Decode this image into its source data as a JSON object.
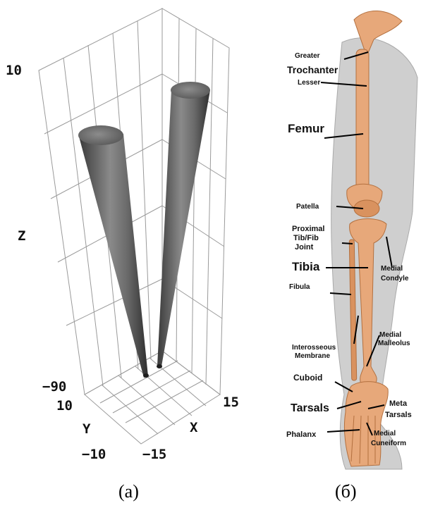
{
  "panel_a": {
    "caption": "(a)",
    "axes": {
      "z_label": "Z",
      "x_label": "X",
      "y_label": "Y",
      "z_max": "10",
      "z_min": "−90",
      "y_max": "10",
      "y_min": "−10",
      "x_min": "−15",
      "x_max": "15"
    },
    "colors": {
      "cone": "#6b6b6b",
      "grid": "#9a9a9a"
    }
  },
  "panel_b": {
    "caption": "(б)",
    "labels": {
      "greater": "Greater",
      "trochanter": "Trochanter",
      "lesser": "Lesser",
      "femur": "Femur",
      "patella": "Patella",
      "proximal": "Proximal",
      "tib_fib": "Tib/Fib",
      "joint": "Joint",
      "tibia": "Tibia",
      "medial_condyle_1": "Medial",
      "medial_condyle_2": "Condyle",
      "fibula": "Fibula",
      "interosseous_1": "Interosseous",
      "interosseous_2": "Membrane",
      "medial_malleolus_1": "Medial",
      "medial_malleolus_2": "Malleolus",
      "cuboid": "Cuboid",
      "tarsals": "Tarsals",
      "meta_1": "Meta",
      "meta_2": "Tarsals",
      "phalanx": "Phalanx",
      "medial_cuneiform_1": "Medial",
      "medial_cuneiform_2": "Cuneiform"
    },
    "colors": {
      "bone": "#e7a87a",
      "bone_shade": "#c98456",
      "soft_tissue": "#c9c9c9"
    }
  }
}
